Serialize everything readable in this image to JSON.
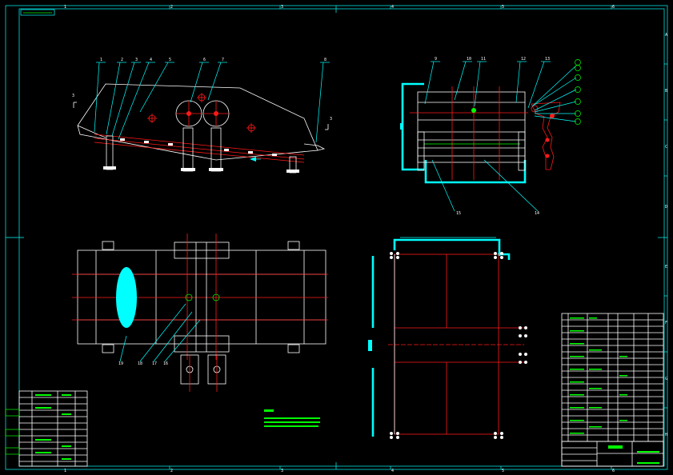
{
  "drawing": {
    "stamp_text": "",
    "notes_text": ""
  },
  "zones": {
    "top": [
      "1",
      "2",
      "3",
      "4",
      "5",
      "6"
    ],
    "side": [
      "A",
      "B",
      "C",
      "D",
      "E",
      "F",
      "G",
      "H"
    ]
  },
  "view1": {
    "callouts": [
      "1",
      "2",
      "3",
      "4",
      "5",
      "6",
      "7",
      "8"
    ],
    "section_marks": [
      "3",
      "3"
    ]
  },
  "view2": {
    "callouts": [
      "9",
      "10",
      "11",
      "12",
      "13"
    ],
    "bottom_callouts": [
      "15",
      "14"
    ]
  },
  "view3": {
    "callouts": [
      "19",
      "18",
      "17",
      "16"
    ]
  },
  "colors": {
    "frame": "#00ffff",
    "outline": "#ffffff",
    "centerline": "#ff1a1a",
    "text": "#00ff00"
  }
}
